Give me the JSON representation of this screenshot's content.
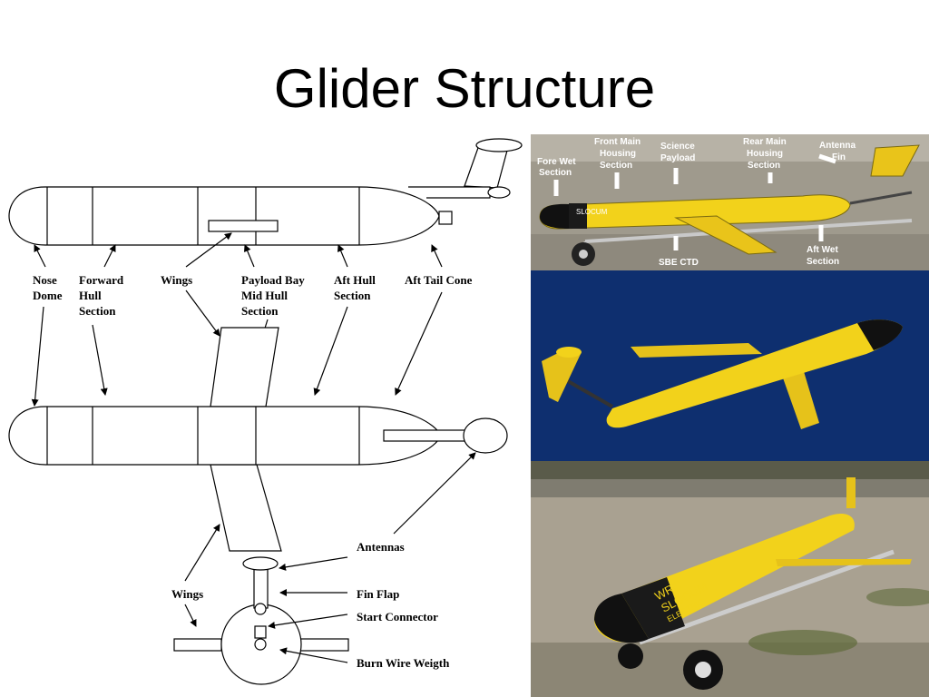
{
  "slide": {
    "title": "Glider Structure"
  },
  "side_view_labels": [
    {
      "id": "nose",
      "lines": [
        "Nose",
        "Dome"
      ]
    },
    {
      "id": "forward-hull",
      "lines": [
        "Forward",
        "Hull",
        "Section"
      ]
    },
    {
      "id": "wings",
      "lines": [
        "Wings"
      ]
    },
    {
      "id": "payload-bay",
      "lines": [
        "Payload Bay",
        "Mid Hull",
        "Section"
      ]
    },
    {
      "id": "aft-hull",
      "lines": [
        "Aft Hull",
        "Section"
      ]
    },
    {
      "id": "aft-tail",
      "lines": [
        "Aft Tail Cone"
      ]
    }
  ],
  "end_view_labels": {
    "antennas": "Antennas",
    "fin_flap": "Fin Flap",
    "start_connector": "Start Connector",
    "burn_wire": "Burn Wire Weigth",
    "wings": "Wings"
  },
  "photo_top_labels": [
    {
      "id": "fore-wet",
      "lines": [
        "Fore Wet",
        "Section"
      ]
    },
    {
      "id": "front-main",
      "lines": [
        "Front Main",
        "Housing",
        "Section"
      ]
    },
    {
      "id": "science-payload",
      "lines": [
        "Science",
        "Payload"
      ]
    },
    {
      "id": "rear-main",
      "lines": [
        "Rear Main",
        "Housing",
        "Section"
      ]
    },
    {
      "id": "antenna-fin",
      "lines": [
        "Antenna",
        "Fin"
      ]
    },
    {
      "id": "sbe-ctd",
      "lines": [
        "SBE CTD"
      ]
    },
    {
      "id": "aft-wet",
      "lines": [
        "Aft Wet",
        "Section"
      ]
    }
  ],
  "photo_text": {
    "hull_brand_line1": "WRC",
    "hull_brand_line2": "SLOCUM",
    "hull_brand_line3": "ELECTRIC"
  },
  "colors": {
    "glider_yellow": "#f2d21b",
    "ocean": "#0d2a66",
    "sand": "#a9a191"
  }
}
